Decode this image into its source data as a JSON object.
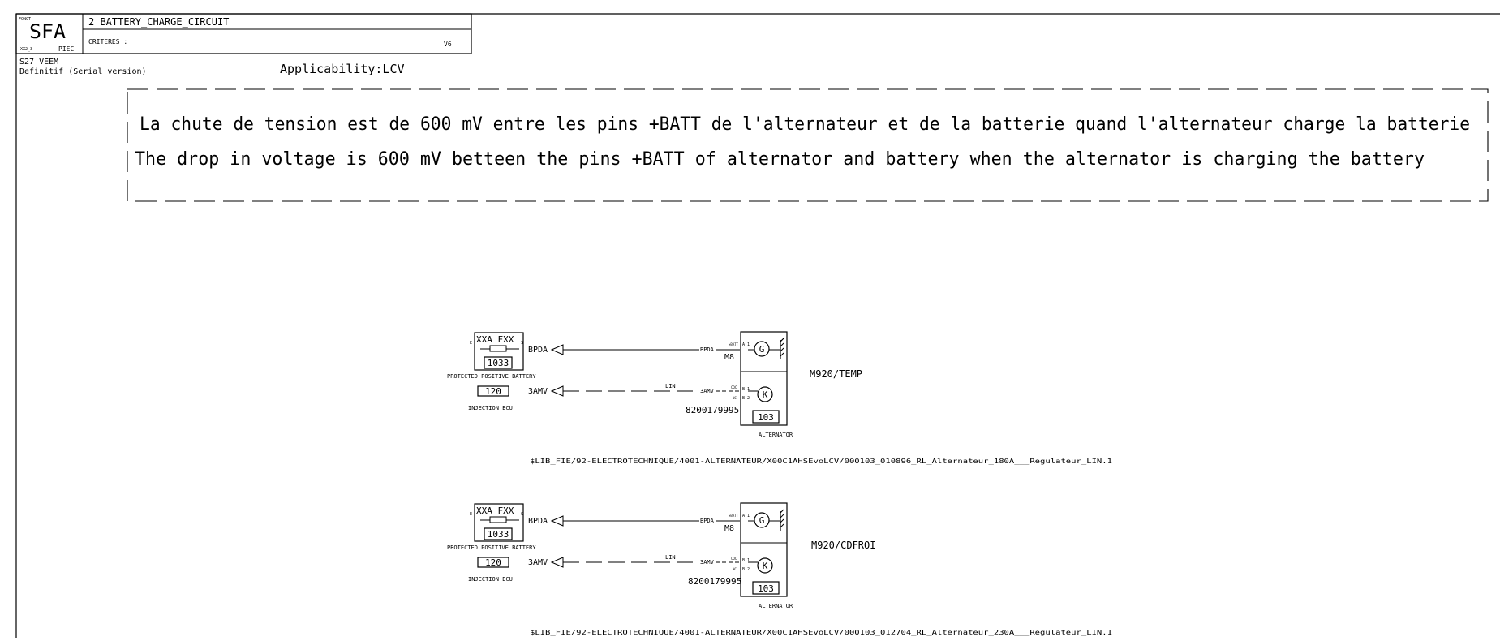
{
  "header": {
    "logo_small": "FONCT",
    "logo": "SFA",
    "logo_sub_left": "XX2_3",
    "logo_sub_right": "PIEC",
    "title": "2  BATTERY_CHARGE_CIRCUIT",
    "criteres_label": "CRITERES :",
    "criteres_value": "V6",
    "project": "S27 VEEM",
    "status": "Definitif (Serial version)",
    "applicability": "Applicability:LCV"
  },
  "note": {
    "line_fr": "La chute de tension est de 600 mV entre les pins +BATT de l'alternateur et de la batterie quand l'alternateur charge la batterie",
    "line_en": "The drop in voltage is 600 mV betteen the pins +BATT of alternator and battery when the alternator is charging the battery"
  },
  "circuits": [
    {
      "fuse_box_code": "XXA  FXX",
      "fuse_pin_left": "E",
      "fuse_pin_right": "S",
      "fuse_component": "1033",
      "fuse_label": "PROTECTED POSITIVE BATTERY",
      "ecu_component": "120",
      "ecu_label": "INJECTION ECU",
      "wire_batt_left": "BPDA",
      "wire_batt_right": "BPDA",
      "batt_pin_label": "+BATT",
      "batt_connector": "M8",
      "wire_lin_left": "3AMV",
      "wire_lin_right": "3AMV",
      "lin_label": "LIN",
      "lin_pin_label": "COC",
      "nc_pin_label": "NC",
      "pin_a1": "A.1",
      "pin_b1": "B.1",
      "pin_b2": "B.2",
      "generator_symbol": "G",
      "regulator_symbol": "K",
      "part_number": "8200179995",
      "alt_component": "103",
      "alt_label": "ALTERNATOR",
      "variant": "M920/TEMP",
      "lib_path": "$LIB_FIE/92-ELECTROTECHNIQUE/4001-ALTERNATEUR/X00C1AHSEvoLCV/000103_010896_RL_Alternateur_180A___Regulateur_LIN.1"
    },
    {
      "fuse_box_code": "XXA  FXX",
      "fuse_pin_left": "E",
      "fuse_pin_right": "S",
      "fuse_component": "1033",
      "fuse_label": "PROTECTED POSITIVE BATTERY",
      "ecu_component": "120",
      "ecu_label": "INJECTION ECU",
      "wire_batt_left": "BPDA",
      "wire_batt_right": "BPDA",
      "batt_pin_label": "+BATT",
      "batt_connector": "M8",
      "wire_lin_left": "3AMV",
      "wire_lin_right": "3AMV",
      "lin_label": "LIN",
      "lin_pin_label": "COC",
      "nc_pin_label": "NC",
      "pin_a1": "A.1",
      "pin_b1": "B.1",
      "pin_b2": "B.2",
      "generator_symbol": "G",
      "regulator_symbol": "K",
      "part_number": "8200179995",
      "alt_component": "103",
      "alt_label": "ALTERNATOR",
      "variant": "M920/CDFROI",
      "lib_path": "$LIB_FIE/92-ELECTROTECHNIQUE/4001-ALTERNATEUR/X00C1AHSEvoLCV/000103_012704_RL_Alternateur_230A___Regulateur_LIN.1"
    }
  ]
}
